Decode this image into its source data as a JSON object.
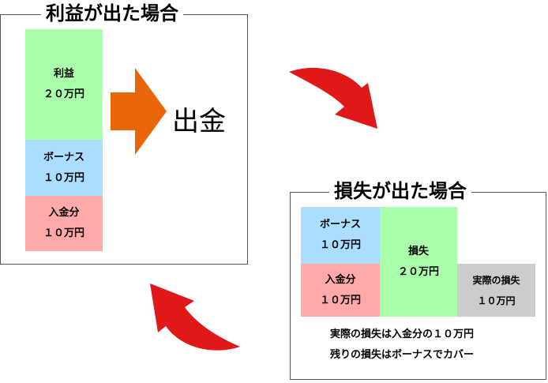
{
  "profit_case": {
    "title": "利益が出た場合",
    "profit_block": {
      "label": "利益",
      "amount": "２０万円"
    },
    "bonus_block": {
      "label": "ボーナス",
      "amount": "１０万円"
    },
    "deposit_block": {
      "label": "入金分",
      "amount": "１０万円"
    },
    "withdraw_label": "出金"
  },
  "loss_case": {
    "title": "損失が出た場合",
    "bonus_block": {
      "label": "ボーナス",
      "amount": "１０万円"
    },
    "deposit_block": {
      "label": "入金分",
      "amount": "１０万円"
    },
    "loss_block": {
      "label": "損失",
      "amount": "２０万円"
    },
    "actual_loss_block": {
      "label": "実際の損失",
      "amount": "１０万円"
    },
    "note_line1": "実際の損失は入金分の１０万円",
    "note_line2": "残りの損失はボーナスでカバー"
  },
  "colors": {
    "profit_green": "#aaffaa",
    "bonus_blue": "#aaddff",
    "deposit_pink": "#ffa9a9",
    "actual_loss_gray": "#cccccc",
    "orange_arrow": "#e8650a",
    "red_arrow": "#e01818"
  }
}
